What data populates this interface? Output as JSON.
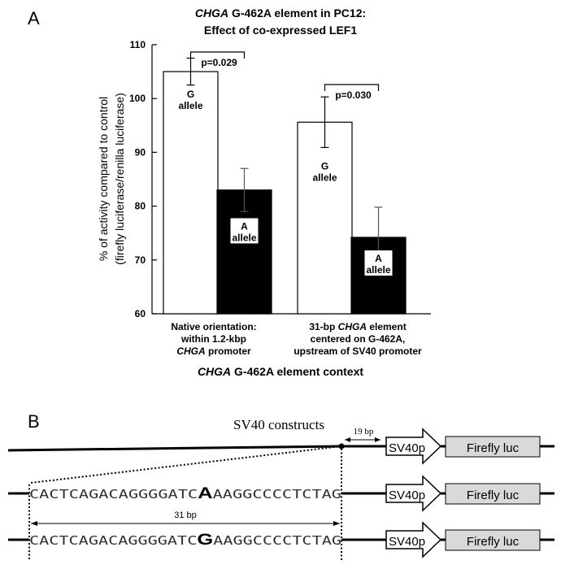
{
  "panel_labels": {
    "a": "A",
    "b": "B"
  },
  "chart_data": {
    "type": "bar",
    "title_italic": "CHGA",
    "title_rest": " G-462A element in PC12:",
    "title_line2": "Effect of co-expressed LEF1",
    "ylabel_line1": "% of activity compared to control",
    "ylabel_line2": "(firefly luciferase/renilla luciferase)",
    "xlabel_italic": "CHGA",
    "xlabel_rest": " G-462A element context",
    "ylim": [
      60,
      110
    ],
    "yticks": [
      60,
      70,
      80,
      90,
      100,
      110
    ],
    "grid": false,
    "groups": [
      {
        "label_line1": "Native orientation:",
        "label_line2": "within 1.2-kbp",
        "label_line3_italic": "CHGA",
        "label_line3_rest": " promoter",
        "p_value": "p=0.029",
        "bars": [
          {
            "allele": "G",
            "word": "allele",
            "value": 105,
            "error": 2.5,
            "fill": "#ffffff"
          },
          {
            "allele": "A",
            "word": "allele",
            "value": 83,
            "error": 4,
            "fill": "#000000"
          }
        ]
      },
      {
        "label_line1_pre": "31-bp ",
        "label_line1_italic": "CHGA",
        "label_line1_post": " element",
        "label_line2": "centered on G-462A,",
        "label_line3": "upstream of SV40 promoter",
        "p_value": "p=0.030",
        "bars": [
          {
            "allele": "G",
            "word": "allele",
            "value": 95.6,
            "error": 4.7,
            "fill": "#ffffff"
          },
          {
            "allele": "A",
            "word": "allele",
            "value": 74.2,
            "error": 5.6,
            "fill": "#000000"
          }
        ]
      }
    ]
  },
  "diagram": {
    "title": "SV40 constructs",
    "spacer_label": "19 bp",
    "length_label": "31 bp",
    "promoter_label": "SV40p",
    "reporter_label": "Firefly luc",
    "seq_pre": "CACTCAGACAGGGGATC",
    "seq_post": "AAGGCCCCTCTAG",
    "allele_a": "A",
    "allele_g": "G"
  }
}
